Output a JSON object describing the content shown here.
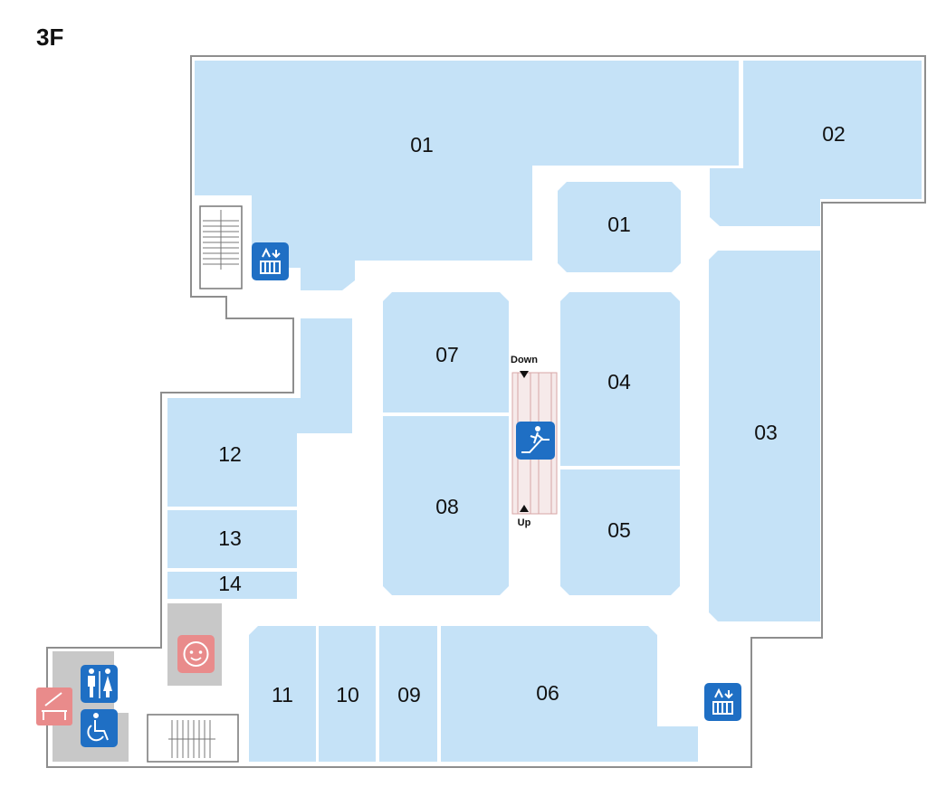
{
  "floor": {
    "label": "3F"
  },
  "units": {
    "u01_main": "01",
    "u01_island": "01",
    "u02": "02",
    "u03": "03",
    "u04": "04",
    "u05": "05",
    "u06": "06",
    "u07": "07",
    "u08": "08",
    "u09": "09",
    "u10": "10",
    "u11": "11",
    "u12": "12",
    "u13": "13",
    "u14": "14"
  },
  "escalator": {
    "down_label": "Down",
    "up_label": "Up"
  },
  "icons": {
    "elevator": "elevator-icon",
    "escalator": "escalator-icon",
    "restroom": "restroom-icon",
    "accessible": "wheelchair-icon",
    "baby": "baby-room-icon",
    "stairs": "stairs-icon",
    "diaper": "diaper-changing-icon"
  },
  "colors": {
    "shop": "#c5e2f7",
    "service_icon": "#1f6fc4",
    "baby_icon": "#e98b8b",
    "service_area": "#c8c8c8"
  }
}
